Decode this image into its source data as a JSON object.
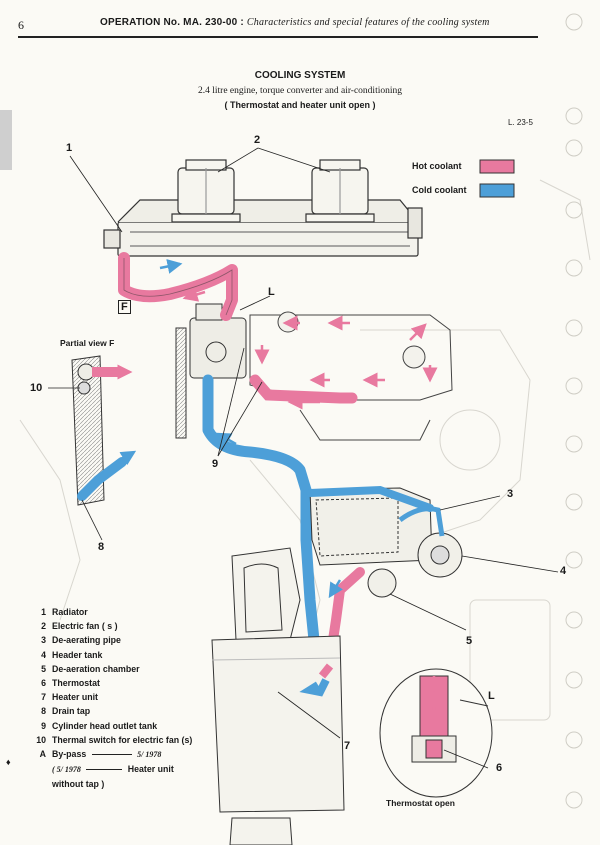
{
  "header": {
    "page_number": "6",
    "operation": "OPERATION No. MA. 230-00 :",
    "operation_subtitle": "Characteristics and special features of the cooling system"
  },
  "title": {
    "main": "COOLING SYSTEM",
    "line2": "2.4 litre engine, torque converter and air-conditioning",
    "line3": "( Thermostat and heater unit open )"
  },
  "figure_ref": "L. 23-5",
  "legend": {
    "hot_label": "Hot coolant",
    "cold_label": "Cold coolant",
    "hot_color": "#e8799f",
    "cold_color": "#4d9fd8"
  },
  "callouts": {
    "n1": "1",
    "n2": "2",
    "n3": "3",
    "n4": "4",
    "n5": "5",
    "n6": "6",
    "n7": "7",
    "n8": "8",
    "n9": "9",
    "n10": "10",
    "f": "F",
    "l": "L",
    "l2": "L"
  },
  "partial_view_label": "Partial view F",
  "thermostat_open_label": "Thermostat open",
  "key": [
    {
      "num": "1",
      "label": "Radiator"
    },
    {
      "num": "2",
      "label": "Electric fan ( s )"
    },
    {
      "num": "3",
      "label": "De-aerating pipe"
    },
    {
      "num": "4",
      "label": "Header tank"
    },
    {
      "num": "5",
      "label": "De-aeration chamber"
    },
    {
      "num": "6",
      "label": "Thermostat"
    },
    {
      "num": "7",
      "label": "Heater unit"
    },
    {
      "num": "8",
      "label": "Drain tap"
    },
    {
      "num": "9",
      "label": "Cylinder head outlet tank"
    },
    {
      "num": "10",
      "label": "Thermal switch for electric fan (s)"
    }
  ],
  "note_a": {
    "letter": "A",
    "bypass": "By-pass",
    "date1": "5/ 1978",
    "date2": "( 5/ 1978",
    "heater": "Heater unit",
    "without": "without tap )"
  },
  "margin_mark": "♦"
}
